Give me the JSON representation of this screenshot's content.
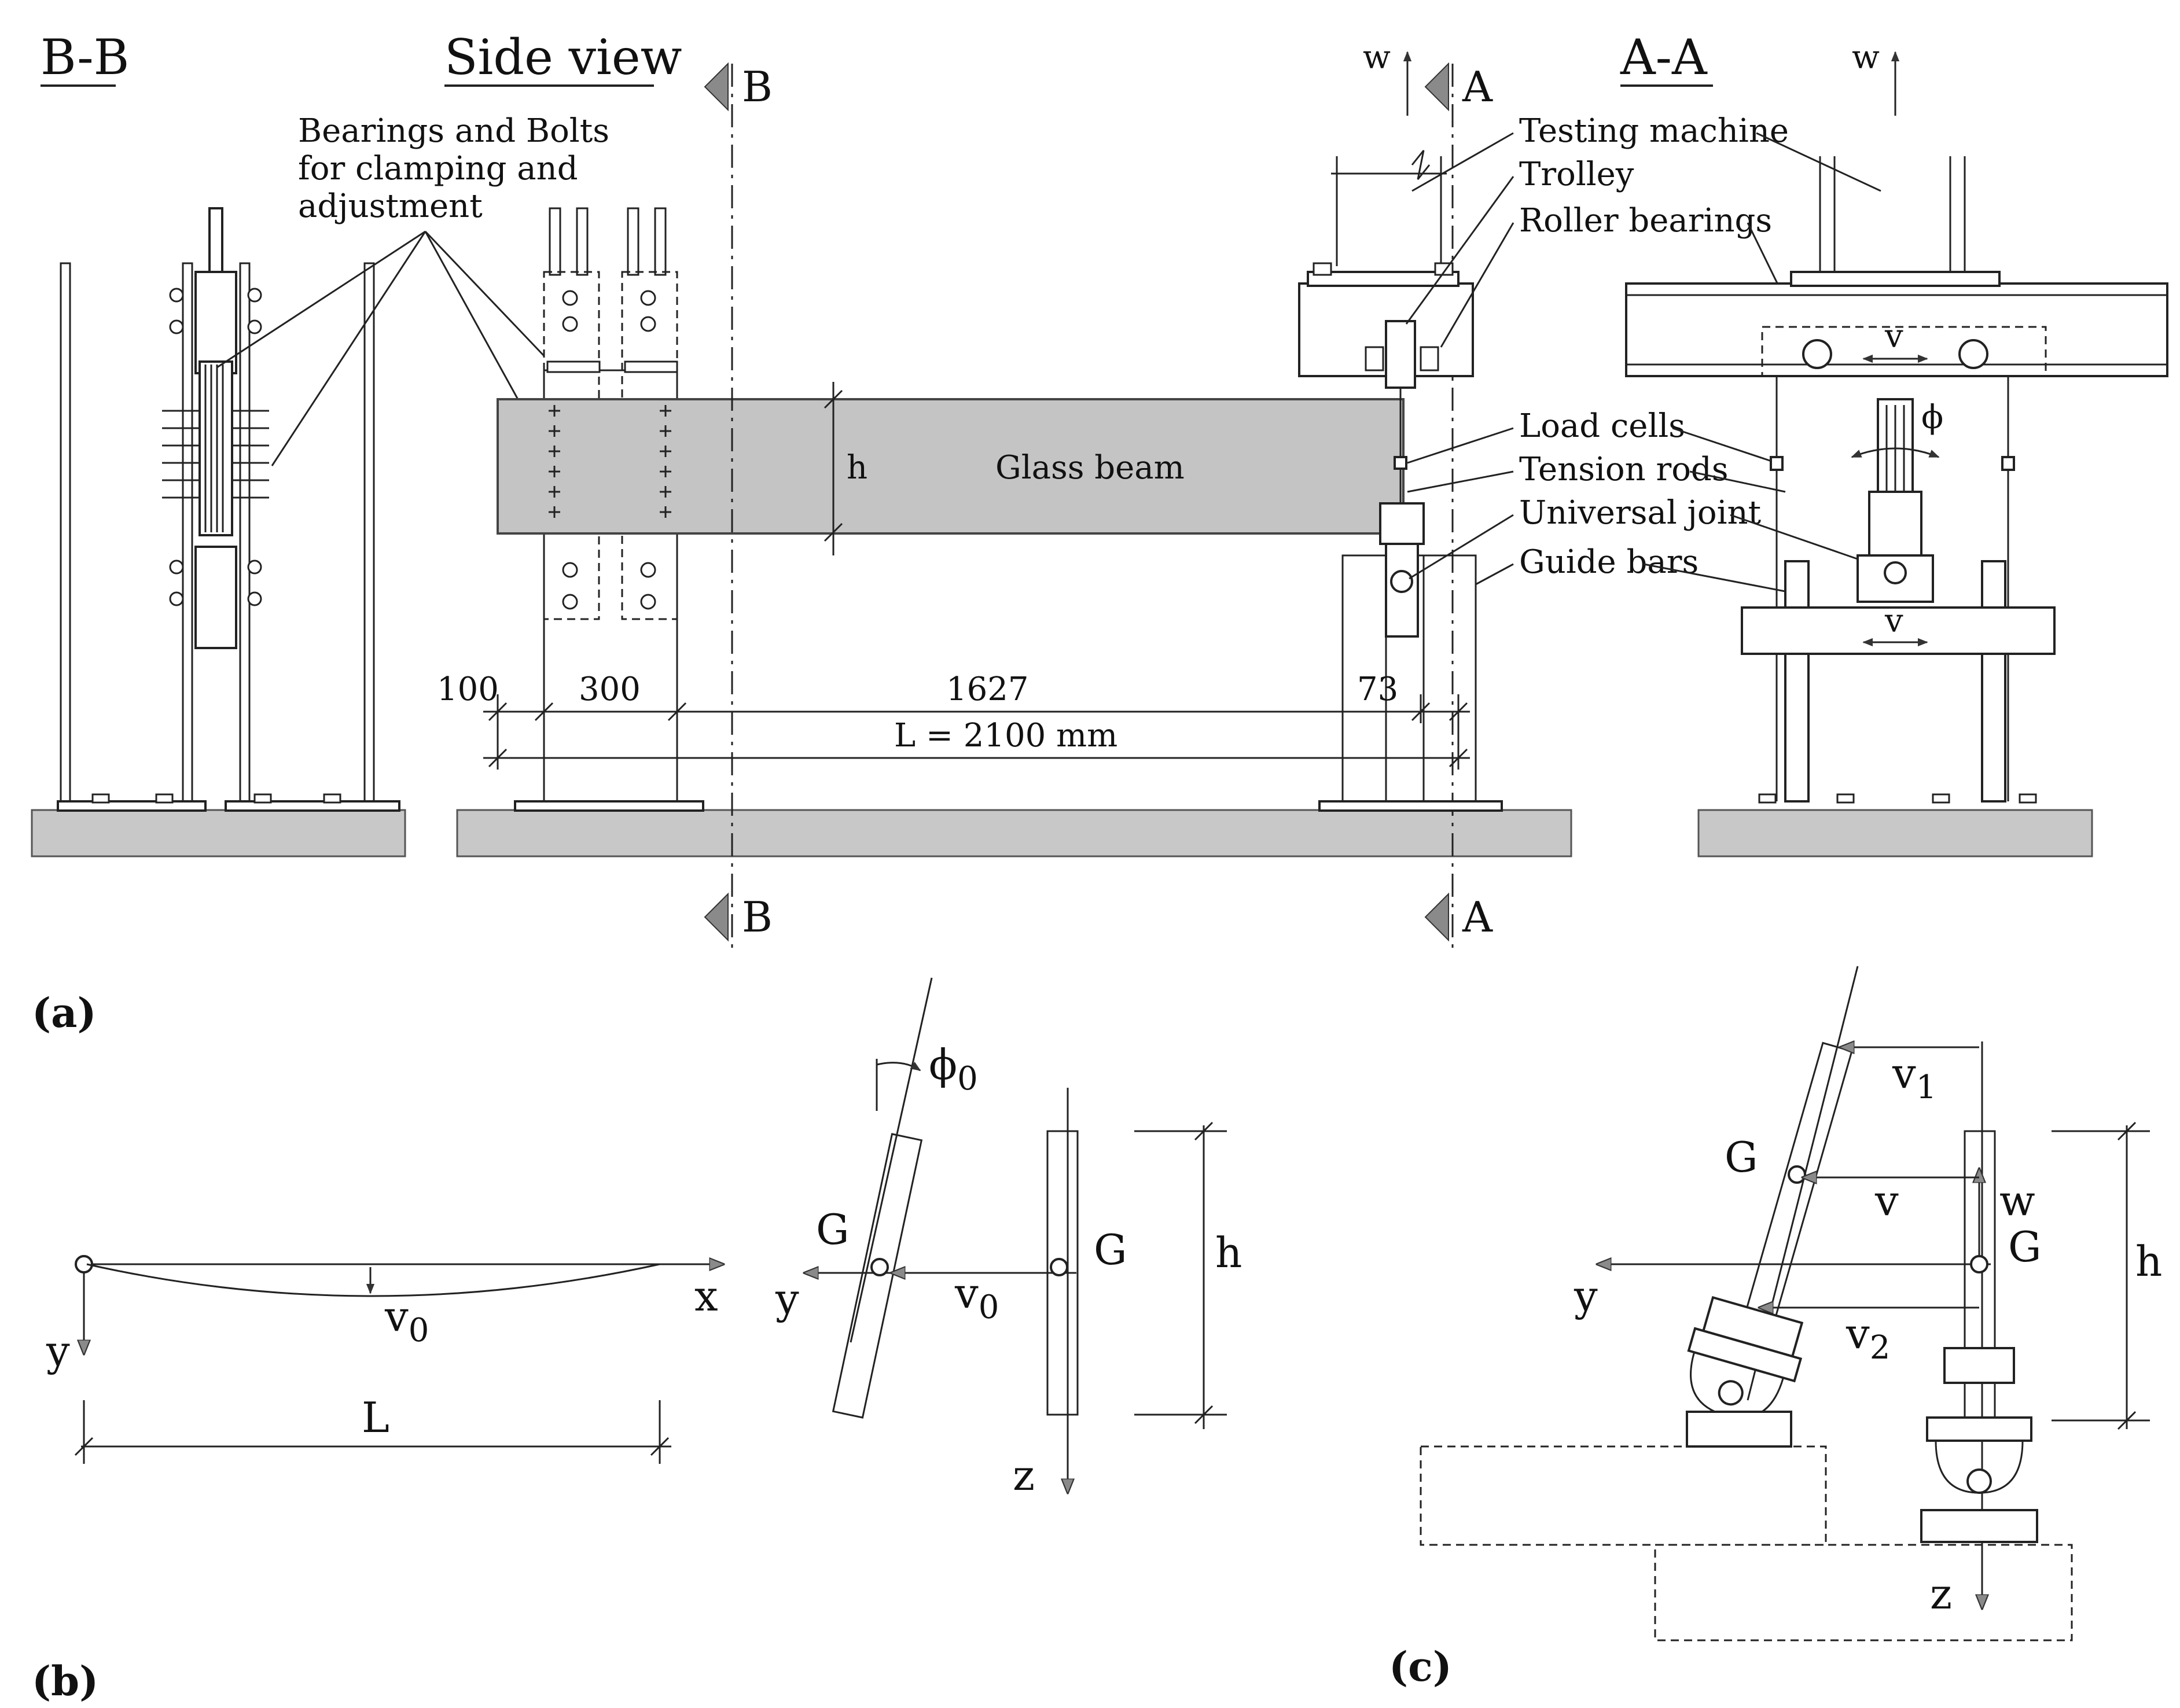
{
  "panel_a": {
    "label": "(a)",
    "bb_title": "B-B",
    "side_title": "Side view",
    "aa_title": "A-A",
    "section_b": "B",
    "section_a": "A",
    "bearings_note_1": "Bearings and Bolts",
    "bearings_note_2": "for clamping and",
    "bearings_note_3": "adjustment",
    "glass_beam": "Glass beam",
    "h": "h",
    "w": "w",
    "v": "v",
    "phi": "ϕ",
    "dim_100": "100",
    "dim_300": "300",
    "dim_1627": "1627",
    "dim_73": "73",
    "dim_L": "L = 2100 mm",
    "callouts": {
      "testing_machine": "Testing machine",
      "trolley": "Trolley",
      "roller_bearings": "Roller bearings",
      "load_cells": "Load cells",
      "tension_rods": "Tension rods",
      "universal_joint": "Universal joint",
      "guide_bars": "Guide bars"
    }
  },
  "panel_b": {
    "label": "(b)",
    "x": "x",
    "y": "y",
    "z": "z",
    "L": "L",
    "v0_base": "v",
    "v0_sub": "0",
    "phi0_base": "ϕ",
    "phi0_sub": "0",
    "G": "G",
    "h": "h"
  },
  "panel_c": {
    "label": "(c)",
    "G": "G",
    "v": "v",
    "v1_base": "v",
    "v1_sub": "1",
    "v2_base": "v",
    "v2_sub": "2",
    "w": "w",
    "y": "y",
    "z": "z",
    "h": "h"
  }
}
